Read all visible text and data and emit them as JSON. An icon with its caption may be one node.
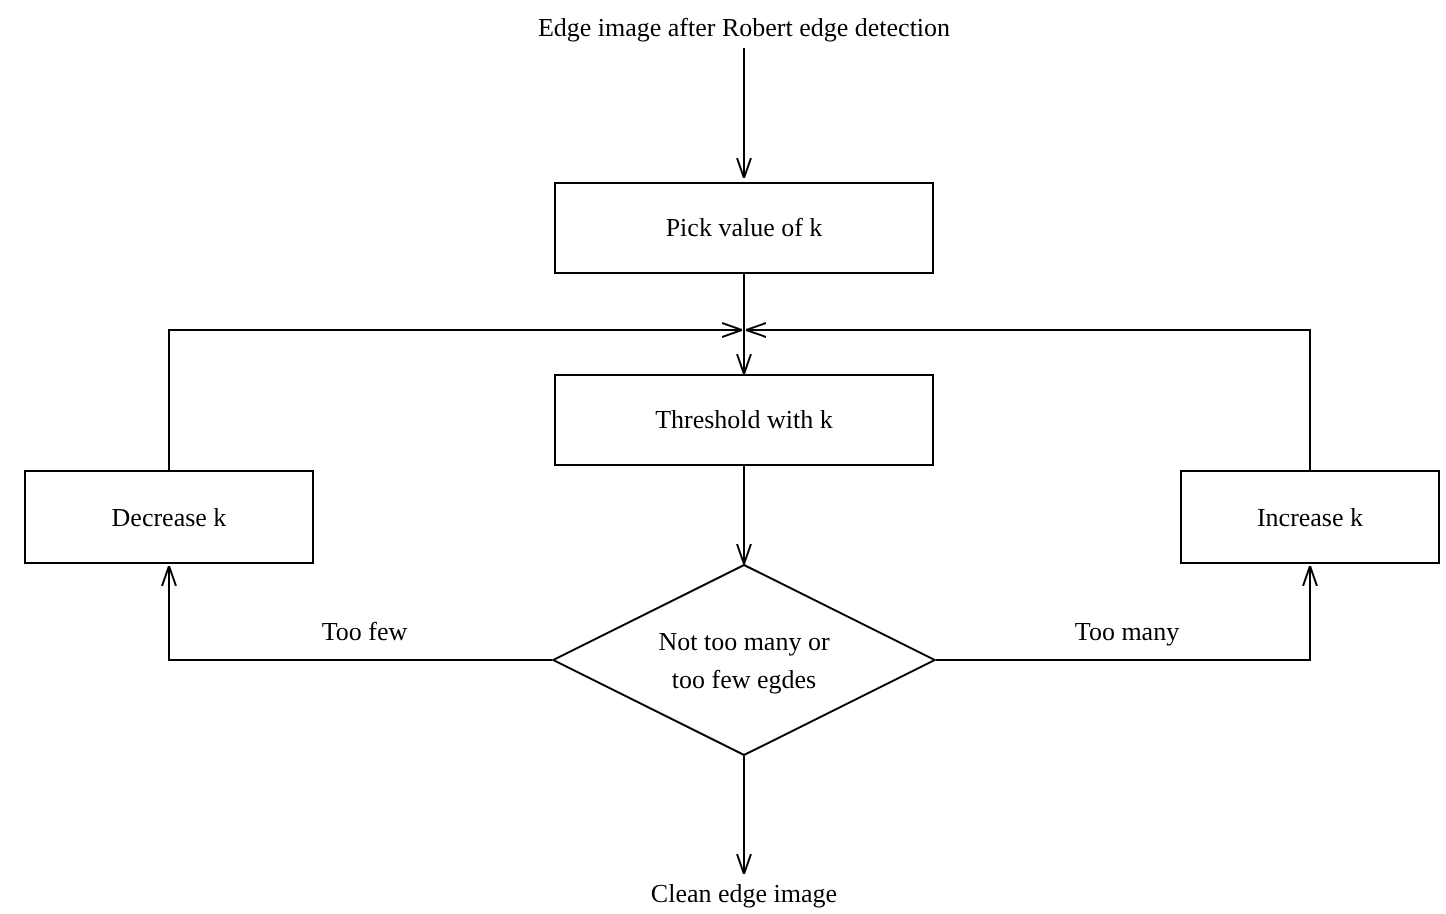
{
  "diagram": {
    "nodes": [
      {
        "text": [
          "Edge image after Robert edge detection"
        ]
      },
      {
        "text": [
          "Pick value of k"
        ]
      },
      {
        "text": [
          "Threshold with k"
        ]
      },
      {
        "text": [
          "Decrease k"
        ]
      },
      {
        "text": [
          "Increase k"
        ]
      },
      {
        "text": [
          "Not too many or too few egdes"
        ]
      },
      {
        "text": [
          "Clean edge image"
        ]
      }
    ],
    "edges": [
      {
        "from": 0,
        "to": 1,
        "arrow": "to"
      },
      {
        "from": 1,
        "to": 2,
        "arrow": "to"
      },
      {
        "from": 3,
        "to": 2,
        "arrow": "to"
      },
      {
        "from": 4,
        "to": 2,
        "arrow": "to"
      },
      {
        "from": 2,
        "to": 5,
        "arrow": "to"
      },
      {
        "from": 5,
        "to": 3,
        "arrow": "to",
        "label": "Too few"
      },
      {
        "from": 5,
        "to": 4,
        "arrow": "to",
        "label": "Too many"
      },
      {
        "from": 5,
        "to": 6,
        "arrow": "to"
      }
    ]
  }
}
